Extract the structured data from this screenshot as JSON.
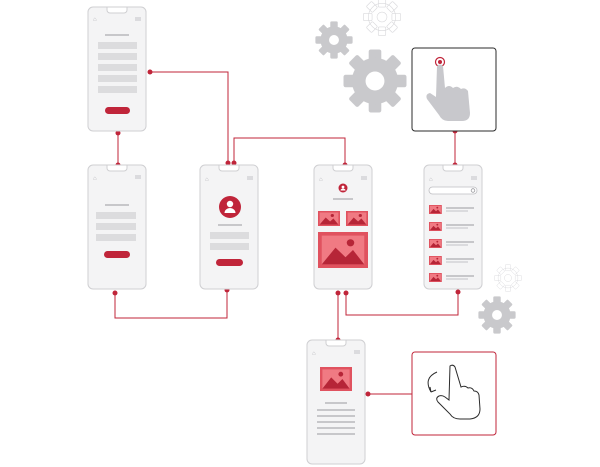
{
  "diagram": {
    "accent_color": "#c0253a",
    "neutral_color": "#cfcfd2",
    "screens": [
      {
        "id": "form-screen",
        "content": [
          "home-icon",
          "menu-icon",
          "form-fields",
          "submit-button"
        ]
      },
      {
        "id": "login-screen",
        "content": [
          "home-icon",
          "menu-icon",
          "form-fields",
          "submit-button"
        ]
      },
      {
        "id": "profile-screen",
        "content": [
          "home-icon",
          "menu-icon",
          "avatar-icon",
          "text-fields",
          "action-button"
        ]
      },
      {
        "id": "gallery-screen",
        "content": [
          "home-icon",
          "menu-icon",
          "profile-badge",
          "image-thumbnails",
          "hero-image"
        ]
      },
      {
        "id": "list-screen",
        "content": [
          "home-icon",
          "menu-icon",
          "search-bar",
          "image-list"
        ]
      },
      {
        "id": "detail-screen",
        "content": [
          "home-icon",
          "menu-icon",
          "hero-image",
          "text-lines"
        ]
      }
    ],
    "decorations": [
      "gear-icon",
      "gear-icon",
      "gear-icon",
      "gear-icon",
      "tap-gesture-icon",
      "swipe-gesture-icon"
    ]
  }
}
